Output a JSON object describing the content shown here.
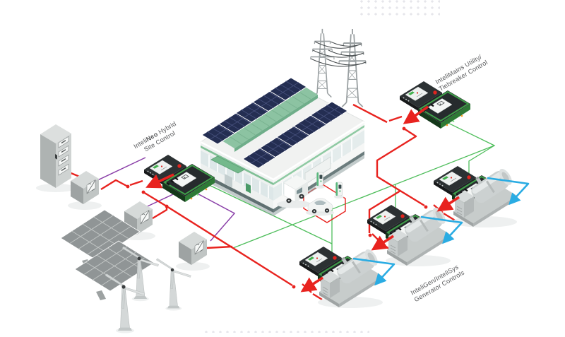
{
  "diagram": {
    "background": "#ffffff",
    "labels": {
      "site_control": {
        "part1": "Inteli",
        "part_bold": "Neo",
        "part2": " Hybrid",
        "line2": "Site Control"
      },
      "utility_control": {
        "line1": "InteliMains Utility/",
        "line2": "Tiebreaker Control"
      },
      "generator_controls": {
        "line1": "InteliGen/InteliSys",
        "line2": "Generator Controls"
      }
    },
    "colors": {
      "power_line_red": "#e8231f",
      "comm_line_green": "#4fbe5c",
      "control_line_purple": "#8a3fa8",
      "feedback_arrow_blue": "#2aace3",
      "skylight_green": "#8cc3a2",
      "solar_panel_navy": "#242e52",
      "device_black": "#2c3133",
      "pcb_green": "#3f9f49",
      "equipment_gray": "#c7cccb",
      "label_text": "#57585a",
      "plus_mark": "#dddde4"
    },
    "components": {
      "building": "factory-with-rooftop-solar",
      "utility": "transmission-towers",
      "storage": "battery-cabinet",
      "inverters": 3,
      "ground_solar_arrays": 2,
      "wind_turbines": 3,
      "generators": 3,
      "controllers": 5,
      "ev_chargers": 2,
      "vehicles": [
        "delivery-van",
        "electric-car"
      ]
    }
  }
}
